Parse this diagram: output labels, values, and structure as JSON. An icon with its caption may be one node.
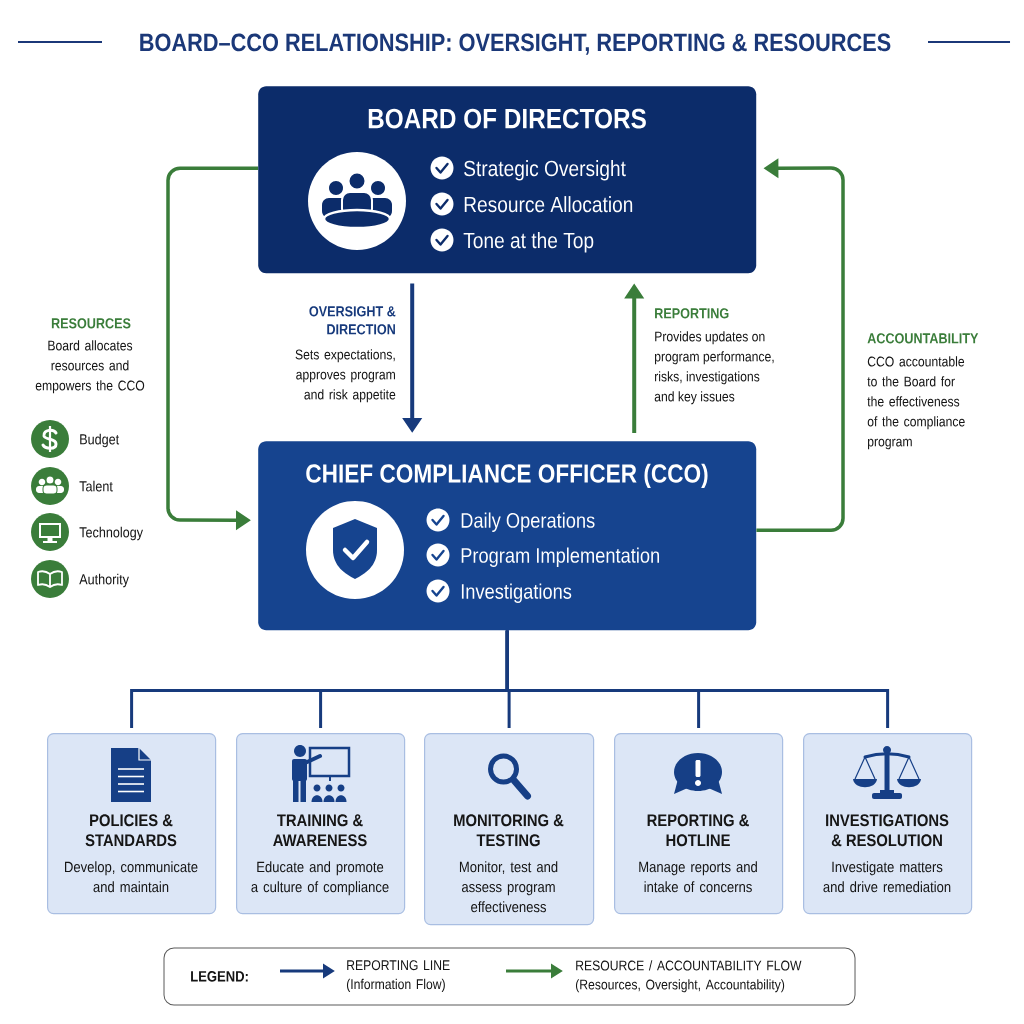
{
  "diagram": {
    "title": "BOARD–CCO RELATIONSHIP: OVERSIGHT, REPORTING & RESOURCES",
    "nodes": [
      {
        "text": [
          "BOARD OF DIRECTORS",
          "Strategic Oversight",
          "Resource Allocation",
          "Tone at the Top"
        ]
      },
      {
        "text": [
          "CHIEF COMPLIANCE OFFICER (CCO)",
          "Daily Operations",
          "Program Implementation",
          "Investigations"
        ]
      },
      {
        "text": [
          "POLICIES & STANDARDS",
          "Develop, communicate and maintain"
        ]
      },
      {
        "text": [
          "TRAINING & AWARENESS",
          "Educate and promote a culture of compliance"
        ]
      },
      {
        "text": [
          "MONITORING & TESTING",
          "Monitor, test and assess program effectiveness"
        ]
      },
      {
        "text": [
          "REPORTING & HOTLINE",
          "Manage reports and intake of concerns"
        ]
      },
      {
        "text": [
          "INVESTIGATIONS & RESOLUTION",
          "Investigate matters and drive remediation"
        ]
      }
    ],
    "edges": [
      {
        "from": 0,
        "to": 1,
        "arrow": "to",
        "label": "OVERSIGHT & DIRECTION"
      },
      {
        "from": 1,
        "to": 0,
        "arrow": "to",
        "label": "REPORTING",
        "color": "#3a7d3a"
      },
      {
        "from": 0,
        "to": 1,
        "arrow": "to",
        "label": "RESOURCES",
        "color": "#3a7d3a"
      },
      {
        "from": 1,
        "to": 0,
        "arrow": "to",
        "label": "ACCOUNTABILITY",
        "color": "#3a7d3a"
      },
      {
        "from": 1,
        "to": 2,
        "arrow": "none"
      },
      {
        "from": 1,
        "to": 3,
        "arrow": "none"
      },
      {
        "from": 1,
        "to": 4,
        "arrow": "none"
      },
      {
        "from": 1,
        "to": 5,
        "arrow": "none"
      },
      {
        "from": 1,
        "to": 6,
        "arrow": "none"
      }
    ],
    "labels": [
      "Board allocates resources and empowers the CCO",
      "Sets expectations, approves program and risk appetite",
      "Provides updates on program performance, risks, investigations and key issues",
      "CCO accountable to the Board for the effectiveness of the compliance program",
      "Budget",
      "Talent",
      "Technology",
      "Authority",
      "LEGEND:"
    ],
    "legend": [
      {
        "text": "REPORTING LINE (Information Flow)"
      },
      {
        "text": "RESOURCE / ACCOUNTABILITY FLOW (Resources, Oversight, Accountability)"
      }
    ]
  }
}
